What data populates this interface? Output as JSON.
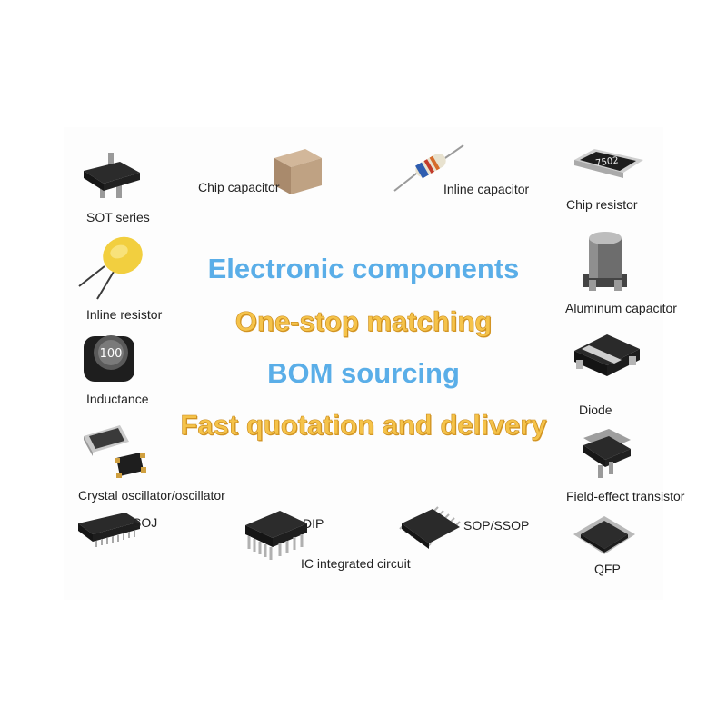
{
  "headlines": {
    "line1": "Electronic components",
    "line2": "One-stop matching",
    "line3": "BOM sourcing",
    "line4": "Fast quotation and delivery"
  },
  "colors": {
    "blue_text": "#5aaee8",
    "gold_text": "#f5c34a"
  },
  "components": {
    "sot": "SOT series",
    "chip_capacitor": "Chip capacitor",
    "inline_capacitor": "Inline capacitor",
    "chip_resistor": "Chip resistor",
    "inline_resistor": "Inline resistor",
    "aluminum_capacitor": "Aluminum capacitor",
    "inductance": "Inductance",
    "diode": "Diode",
    "crystal": "Crystal oscillator/oscillator",
    "fet": "Field-effect transistor",
    "soj": "SOJ",
    "dip": "DIP",
    "ic": "IC integrated circuit",
    "sop": "SOP/SSOP",
    "qfp": "QFP"
  },
  "markings": {
    "chip_resistor": "7502",
    "inductance": "100"
  }
}
